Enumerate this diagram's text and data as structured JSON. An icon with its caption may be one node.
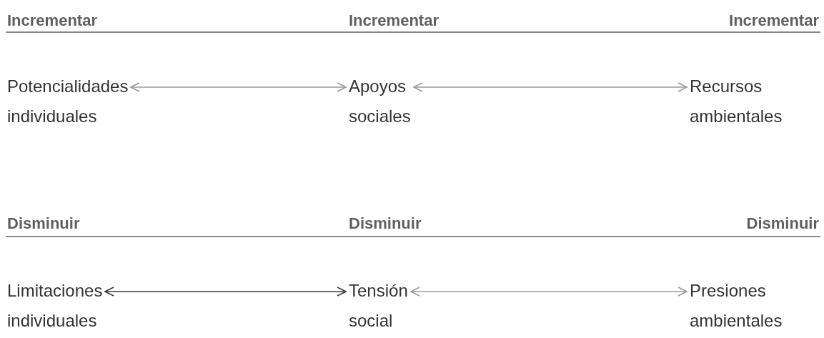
{
  "diagram": {
    "nodes": [
      {
        "text": [
          "Potencialidades individuales"
        ]
      },
      {
        "text": [
          "Apoyos sociales"
        ]
      },
      {
        "text": [
          "Recursos ambientales"
        ]
      },
      {
        "text": [
          "Limitaciones individuales"
        ]
      },
      {
        "text": [
          "Tensión social"
        ]
      },
      {
        "text": [
          "Presiones ambientales"
        ]
      }
    ],
    "edges": [
      {
        "from": 0,
        "to": 1,
        "arrow": "both"
      },
      {
        "from": 1,
        "to": 2,
        "arrow": "both"
      },
      {
        "from": 3,
        "to": 4,
        "arrow": "both",
        "color": "#3a3a3a"
      },
      {
        "from": 4,
        "to": 5,
        "arrow": "both"
      }
    ],
    "labels": [
      "Incrementar",
      "Incrementar",
      "Incrementar",
      "Disminuir",
      "Disminuir",
      "Disminuir"
    ]
  }
}
